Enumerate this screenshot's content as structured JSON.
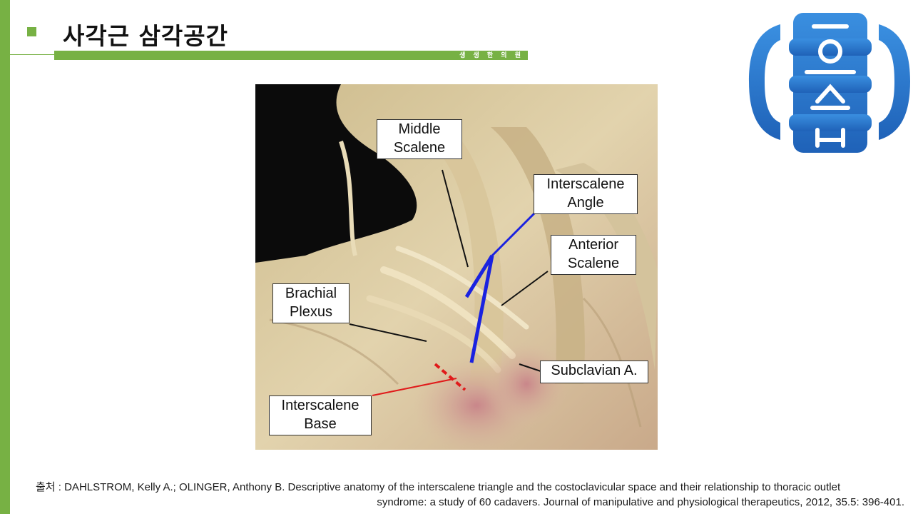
{
  "slide": {
    "title": "사각근 삼각공간",
    "clinic_name": "생 생 한 의 원"
  },
  "figure": {
    "labels": {
      "middle_scalene": "Middle\nScalene",
      "interscalene_angle": "Interscalene\nAngle",
      "anterior_scalene": "Anterior\nScalene",
      "brachial_plexus": "Brachial\nPlexus",
      "subclavian": "Subclavian A.",
      "interscalene_base": "Interscalene\nBase"
    },
    "colors": {
      "angle_lines": "#1a22e0",
      "base_line": "#e01a1a",
      "leader_lines": "#111111"
    }
  },
  "citation": {
    "line1": "출처 : DAHLSTROM, Kelly A.; OLINGER, Anthony B. Descriptive anatomy of the interscalene triangle and the costoclavicular space and their relationship to thoracic outlet",
    "line2": "syndrome: a study of 60 cadavers. Journal of manipulative and physiological therapeutics, 2012, 35.5: 396-401."
  },
  "colors": {
    "accent_green": "#77b144",
    "logo_blue": "#2f7fd3"
  },
  "logo": {
    "icon": "hospital-logo-icon"
  }
}
